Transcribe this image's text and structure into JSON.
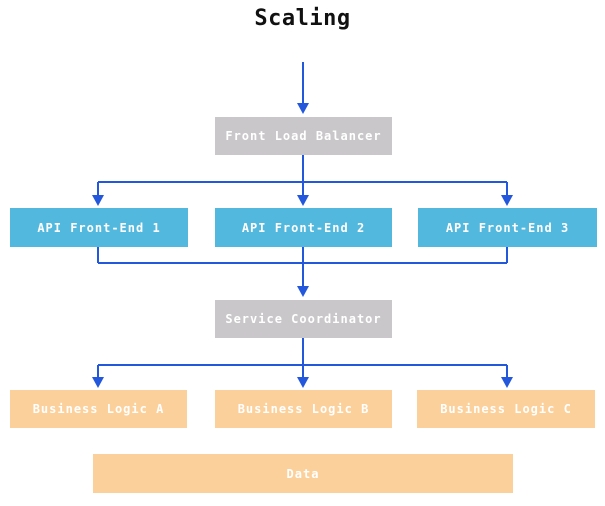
{
  "title": "Scaling",
  "colors": {
    "arrow": "#2458dc",
    "node_gray": "#cac7ca",
    "node_blue": "#52b8dd",
    "node_orange": "#fcd09a",
    "node_text": "#ffffff",
    "title_text": "#111111"
  },
  "nodes": {
    "front_load_balancer": {
      "label": "Front Load Balancer",
      "color_role": "gray"
    },
    "api_front_end_1": {
      "label": "API Front-End 1",
      "color_role": "blue"
    },
    "api_front_end_2": {
      "label": "API Front-End 2",
      "color_role": "blue"
    },
    "api_front_end_3": {
      "label": "API Front-End 3",
      "color_role": "blue"
    },
    "service_coordinator": {
      "label": "Service Coordinator",
      "color_role": "gray"
    },
    "business_logic_a": {
      "label": "Business Logic A",
      "color_role": "orange"
    },
    "business_logic_b": {
      "label": "Business Logic B",
      "color_role": "orange"
    },
    "business_logic_c": {
      "label": "Business Logic C",
      "color_role": "orange"
    },
    "data": {
      "label": "Data",
      "color_role": "orange"
    }
  },
  "edges": [
    {
      "from": "entry",
      "to": "front_load_balancer"
    },
    {
      "from": "front_load_balancer",
      "to": "api_front_end_1"
    },
    {
      "from": "front_load_balancer",
      "to": "api_front_end_2"
    },
    {
      "from": "front_load_balancer",
      "to": "api_front_end_3"
    },
    {
      "from": "api_front_end_1",
      "to": "service_coordinator"
    },
    {
      "from": "api_front_end_2",
      "to": "service_coordinator"
    },
    {
      "from": "api_front_end_3",
      "to": "service_coordinator"
    },
    {
      "from": "service_coordinator",
      "to": "business_logic_a"
    },
    {
      "from": "service_coordinator",
      "to": "business_logic_b"
    },
    {
      "from": "service_coordinator",
      "to": "business_logic_c"
    }
  ]
}
